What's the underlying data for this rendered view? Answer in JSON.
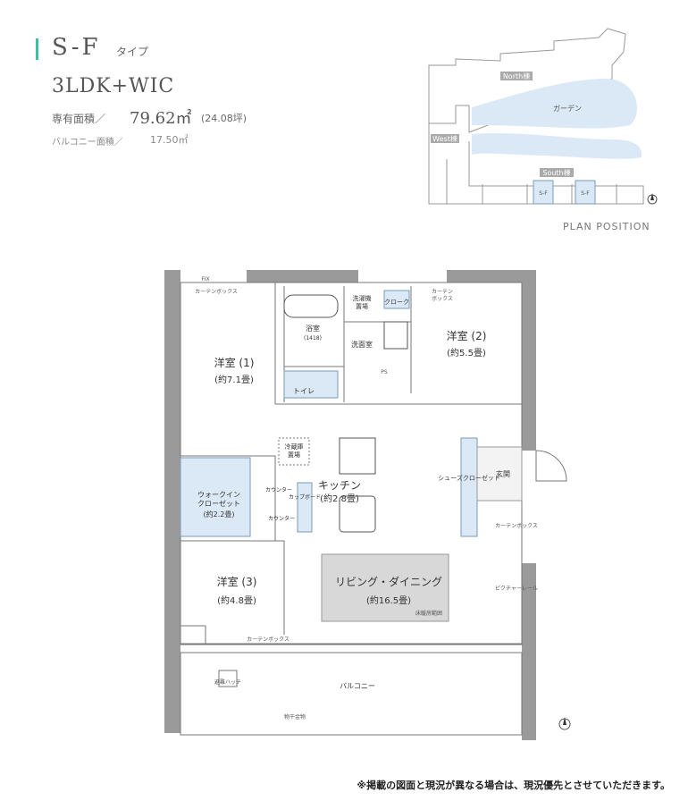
{
  "header": {
    "type_name": "S-F",
    "type_suffix": "タイプ",
    "layout": "3LDK+WIC",
    "area_label": "専有面積／",
    "area_value": "79.62㎡",
    "area_tsubo": "(24.08坪)",
    "balcony_area_label": "バルコニー面積／",
    "balcony_area_value": "17.50㎡"
  },
  "site_plan": {
    "caption": "PLAN POSITION",
    "north_wing": "North棟",
    "west_wing": "West棟",
    "south_wing": "South棟",
    "garden": "ガーデン",
    "unit_a": "S-F",
    "unit_b": "S-F"
  },
  "floor_plan": {
    "rooms": {
      "western_1": "洋室 (1)",
      "western_1_size": "(約7.1畳)",
      "western_2": "洋室 (2)",
      "western_2_size": "(約5.5畳)",
      "western_3": "洋室 (3)",
      "western_3_size": "(約4.8畳)",
      "wic": "ウォークイン",
      "wic_2": "クローゼット",
      "wic_size": "(約2.2畳)",
      "kitchen": "キッチン",
      "kitchen_size": "(約2.8畳)",
      "living": "リビング・ダイニング",
      "living_size": "(約16.5畳)",
      "bath": "浴室",
      "bath_spec": "(1418)",
      "washroom": "洗面室",
      "toilet": "トイレ",
      "entrance": "玄関",
      "shoes_closet": "シューズクローゼット",
      "balcony": "バルコニー",
      "cloak": "クローク",
      "washer": "洗濯機",
      "washer_2": "置場",
      "fridge": "冷蔵庫",
      "fridge_2": "置場",
      "cupboard": "カップボード",
      "counter_a": "カウンター",
      "counter_b": "カウンター"
    },
    "labels": {
      "fix": "FIX",
      "curtain_box": "カーテンボックス",
      "curtain_box_a": "カーテンボックス",
      "curtain_box_side": "カーテンボックス",
      "curtain_box_2": "カーテン",
      "curtain_box_3": "ボックス",
      "floor_heating": "床暖房範囲",
      "picture_rail": "ピクチャーレール",
      "evac_hatch": "避難ハッチ",
      "drying": "物干金物",
      "pipe_space": "PS"
    }
  },
  "footer": {
    "note": "※掲載の図面と現況が異なる場合は、現況優先とさせていただきます。"
  },
  "colors": {
    "accent": "#3dbfa0",
    "wall": "#9a9a9a",
    "water": "#dbe9f6",
    "living_floor": "#d8d8d8"
  }
}
